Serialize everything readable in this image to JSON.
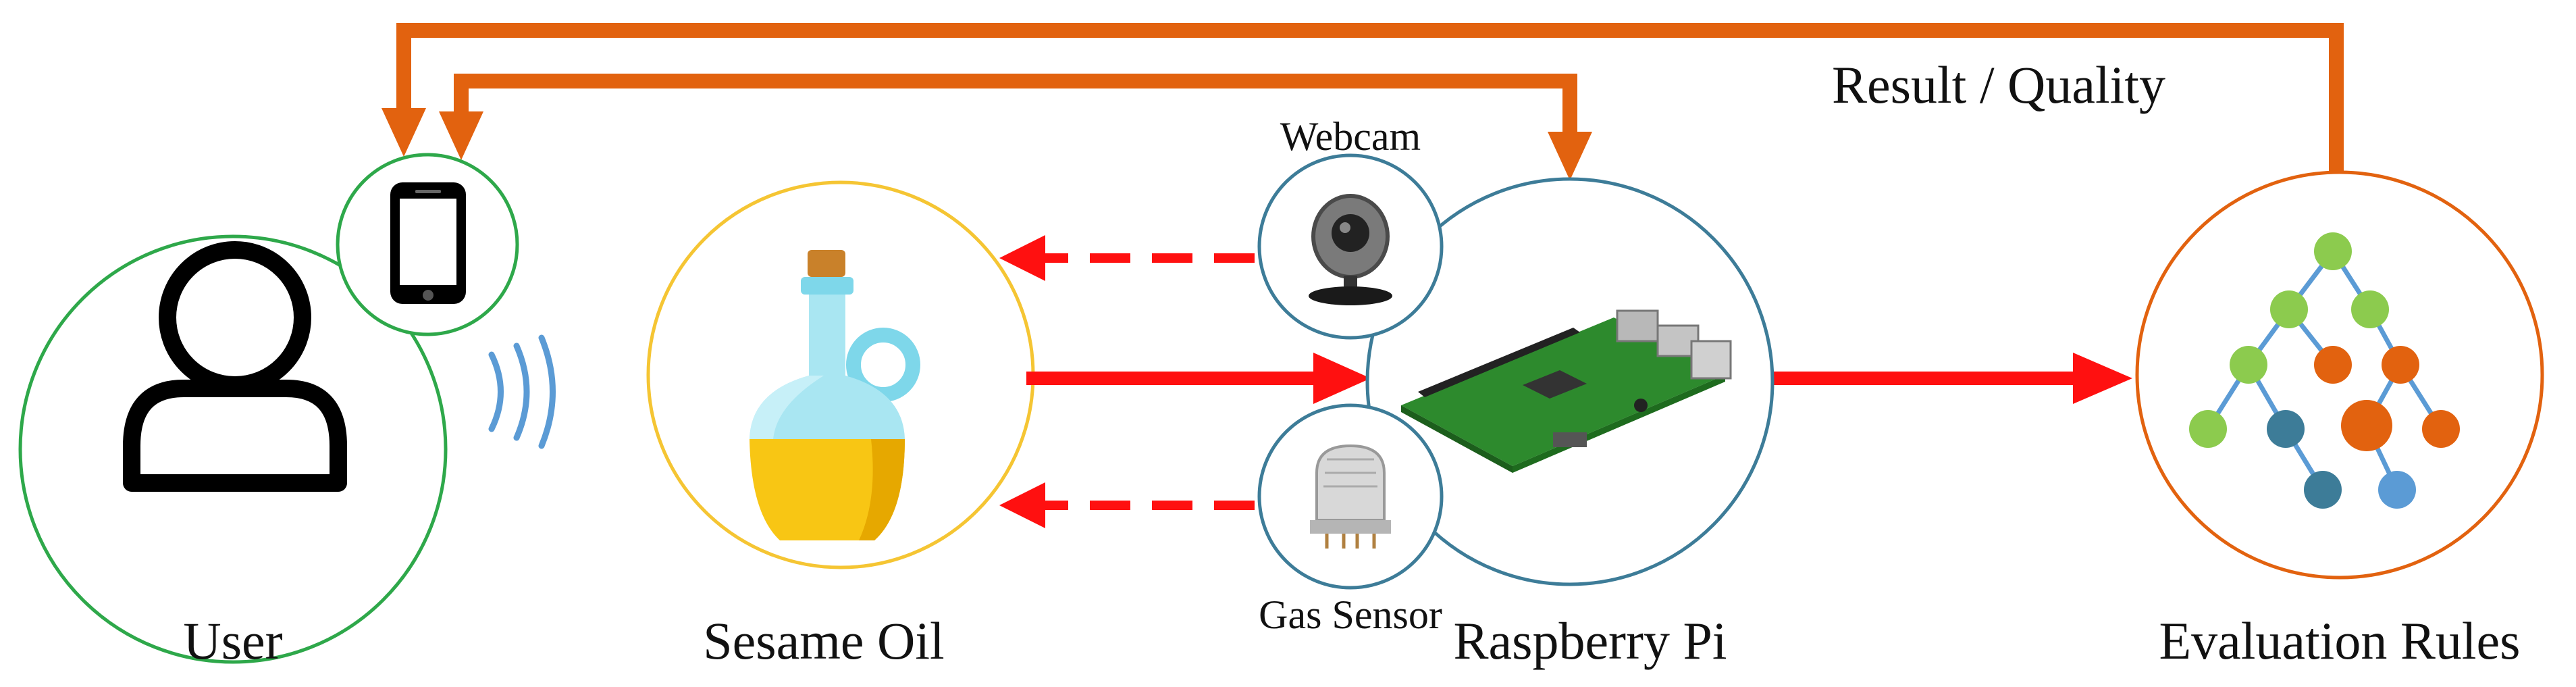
{
  "labels": {
    "user": "User",
    "sesame_oil": "Sesame Oil",
    "raspberry_pi": "Raspberry Pi",
    "evaluation_rules": "Evaluation Rules",
    "webcam": "Webcam",
    "gas_sensor": "Gas Sensor",
    "result_quality": "Result / Quality"
  },
  "colors": {
    "orange_feedback": "#E2620F",
    "red_flow": "#FF1010",
    "user_circle": "#2EA84A",
    "oil_circle": "#F5C533",
    "pi_circle": "#3D7C98",
    "rules_circle": "#E2620F",
    "wireless": "#5B9BD5"
  },
  "icons": {
    "user": "person-icon",
    "phone": "smartphone-icon",
    "wireless": "wireless-signal-icon",
    "oil": "oil-bottle-icon",
    "webcam": "webcam-icon",
    "gas_sensor": "gas-sensor-icon",
    "pi": "raspberry-pi-board-icon",
    "rules": "decision-tree-icon"
  }
}
